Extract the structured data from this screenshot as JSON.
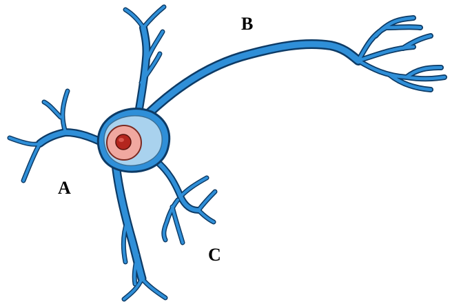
{
  "labels": {
    "a": "A",
    "b": "B",
    "c": "C"
  },
  "colors": {
    "neuron_fill": "#2f8fd8",
    "neuron_outline": "#0d3b66",
    "soma_inner": "#a9d2ee",
    "nucleus_ring": "#f0a8a0",
    "nucleolus": "#b3261e"
  }
}
